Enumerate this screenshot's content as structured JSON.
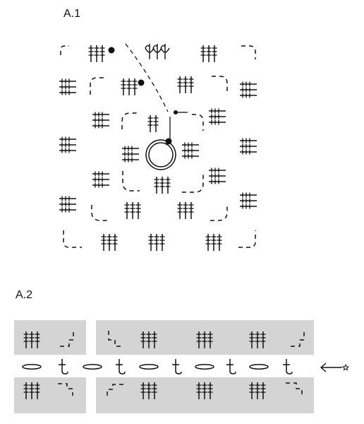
{
  "diagram_a1": {
    "label": "A.1"
  },
  "diagram_a2": {
    "label": "A.2"
  },
  "colors": {
    "ink": "#111111",
    "shade": "#d4d4d4"
  },
  "legend_marker": "start-arrow-with-star"
}
